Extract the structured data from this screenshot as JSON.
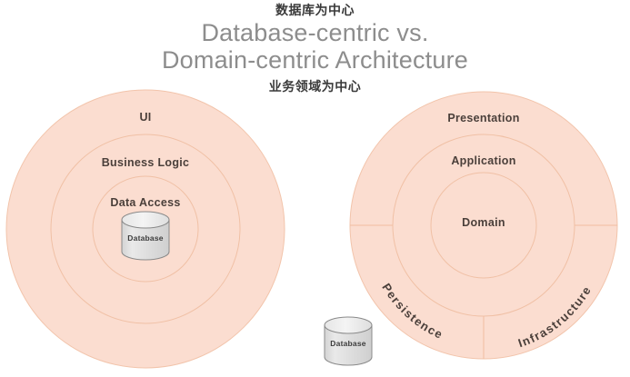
{
  "title": {
    "annotation_top": "数据库为中心",
    "line1": "Database-centric vs.",
    "line2": "Domain-centric Architecture",
    "annotation_bottom": "业务领域为中心"
  },
  "colors": {
    "ring_fill": "#fbddd0",
    "ring_stroke": "#f2c4ab",
    "label_text": "#4a3f3a",
    "title_text": "#8d8d8d",
    "annotation_text": "#3a3a3a",
    "cylinder_fill": "#e2e2e2",
    "cylinder_top": "#ededed",
    "cylinder_stroke": "#8a8a8a"
  },
  "left_diagram": {
    "name": "database-centric-architecture",
    "rings": [
      {
        "label": "UI",
        "level": "outer"
      },
      {
        "label": "Business Logic",
        "level": "middle"
      },
      {
        "label": "Data Access",
        "level": "inner"
      }
    ],
    "center_element": {
      "label": "Database",
      "type": "cylinder"
    }
  },
  "right_diagram": {
    "name": "domain-centric-architecture",
    "rings": [
      {
        "label": "Presentation",
        "level": "outer"
      },
      {
        "label": "Application",
        "level": "middle"
      },
      {
        "label": "Domain",
        "level": "inner"
      }
    ],
    "outer_sectors": [
      {
        "label": "Presentation",
        "position": "top"
      },
      {
        "label": "Persistence",
        "position": "bottom-left"
      },
      {
        "label": "Infrastructure",
        "position": "bottom-right"
      }
    ]
  },
  "external_element": {
    "label": "Database",
    "type": "cylinder"
  }
}
